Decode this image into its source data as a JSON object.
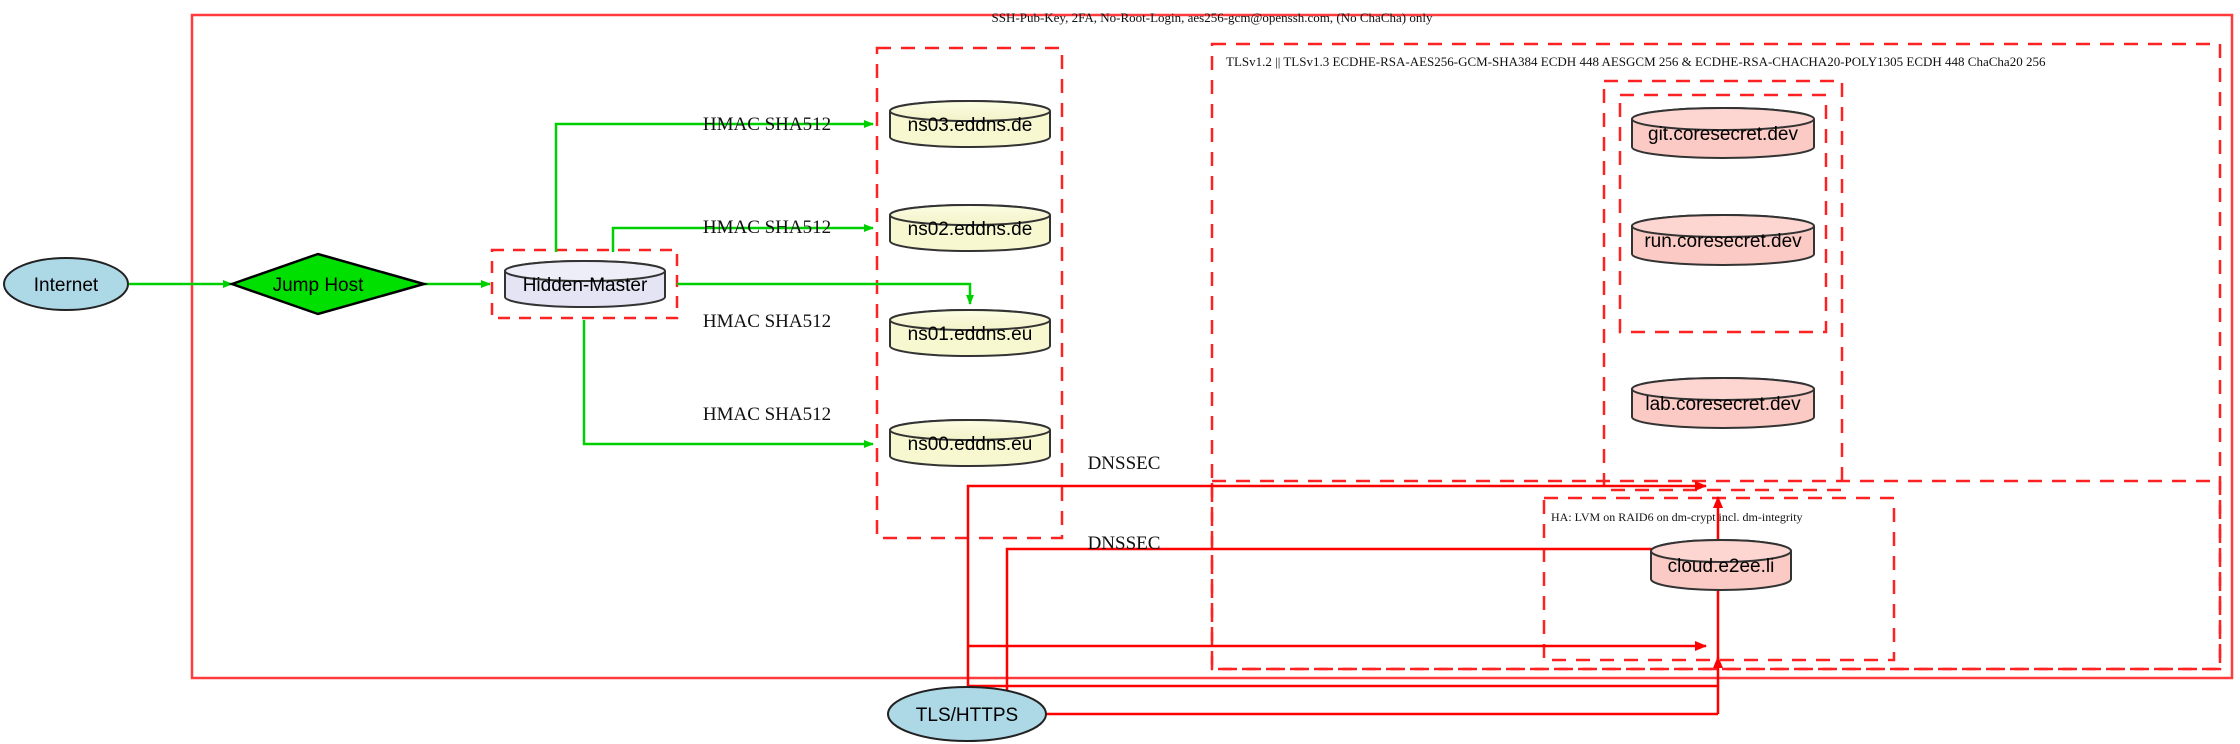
{
  "diagram": {
    "title_top": "SSH-Pub-Key, 2FA, No-Root-Login, aes256-gcm@openssh.com, (No ChaCha) only",
    "clusters": [
      {
        "id": "tls",
        "label": "TLSv1.2 || TLSv1.3 ECDHE-RSA-AES256-GCM-SHA384 ECDH 448 AESGCM 256 & ECDHE-RSA-CHACHA20-POLY1305 ECDH 448 ChaCha20 256"
      },
      {
        "id": "ha",
        "label": "HA: LVM on RAID6 on dm-crypt incl. dm-integrity"
      }
    ],
    "nodes": {
      "internet": {
        "label": "Internet",
        "shape": "ellipse",
        "fill": "#add8e6"
      },
      "jump_host": {
        "label": "Jump Host",
        "shape": "diamond",
        "fill": "#00e000"
      },
      "hidden_master": {
        "label": "Hidden-Master",
        "shape": "cylinder",
        "fill": "#e4e4f4"
      },
      "ns03": {
        "label": "ns03.eddns.de",
        "shape": "cylinder",
        "fill": "#f7f7d0"
      },
      "ns02": {
        "label": "ns02.eddns.de",
        "shape": "cylinder",
        "fill": "#f7f7d0"
      },
      "ns01": {
        "label": "ns01.eddns.eu",
        "shape": "cylinder",
        "fill": "#f7f7d0"
      },
      "ns00": {
        "label": "ns00.eddns.eu",
        "shape": "cylinder",
        "fill": "#f7f7d0"
      },
      "git": {
        "label": "git.coresecret.dev",
        "shape": "cylinder",
        "fill": "#fbcac4"
      },
      "run": {
        "label": "run.coresecret.dev",
        "shape": "cylinder",
        "fill": "#fbcac4"
      },
      "lab": {
        "label": "lab.coresecret.dev",
        "shape": "cylinder",
        "fill": "#fbcac4"
      },
      "cloud": {
        "label": "cloud.e2ee.li",
        "shape": "cylinder",
        "fill": "#fbcac4"
      },
      "tls_https": {
        "label": "TLS/HTTPS",
        "shape": "ellipse",
        "fill": "#add8e6"
      }
    },
    "edge_labels": {
      "hmac_ns03": "HMAC SHA512",
      "hmac_ns02": "HMAC SHA512",
      "hmac_ns01": "HMAC SHA512",
      "hmac_ns00": "HMAC SHA512",
      "dnssec_1": "DNSSEC",
      "dnssec_2": "DNSSEC"
    },
    "colors": {
      "edge_green": "#00d000",
      "edge_red": "#ff0000",
      "cluster_border": "#ff2222",
      "node_stroke": "#333333",
      "background": "#ffffff"
    }
  }
}
